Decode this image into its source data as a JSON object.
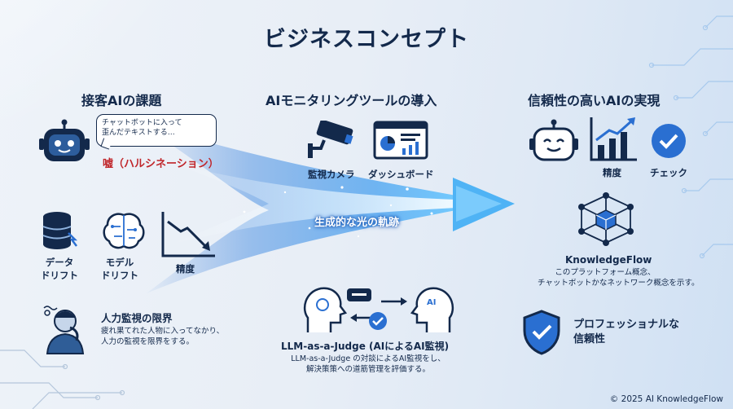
{
  "title": "ビジネスコンセプト",
  "left": {
    "heading": "接客AIの課題",
    "bubble_line1": "チャットボットに入って",
    "bubble_line2": "歪んだテキストする…",
    "hallucination": "嘘（ハルシネーション）",
    "data_drift_line1": "データ",
    "data_drift_line2": "ドリフト",
    "model_drift_line1": "モデル",
    "model_drift_line2": "ドリフト",
    "accuracy": "精度",
    "human_title": "人力監視の限界",
    "human_line1": "疲れ果てれた人物に入ってなかり、",
    "human_line2": "人力の監視を限界をする。"
  },
  "middle": {
    "heading": "AIモニタリングツールの導入",
    "camera": "監視カメラ",
    "dashboard": "ダッシュボード",
    "arrow_text": "生成的な光の軌跡",
    "judge_title": "LLM-as-a-Judge (AIによるAI監視)",
    "judge_line1": "LLM-as-a-Judge の対談によるAI監視をし、",
    "judge_line2": "解決策策への道筋管理を評価する。",
    "ai_badge": "AI"
  },
  "right": {
    "heading": "信頼性の高いAIの実現",
    "accuracy": "精度",
    "check": "チェック",
    "kf_title": "KnowledgeFlow",
    "kf_line1": "このプラットフォーム概念、",
    "kf_line2": "チャットボットかなネットワーク概念を示す。",
    "pro_line1": "プロフェッショナルな",
    "pro_line2": "信頼性"
  },
  "footer": "© 2025 AI KnowledgeFlow",
  "colors": {
    "navy": "#13294b",
    "blue": "#2a6fd1",
    "red": "#c0262b",
    "light_blue": "#5aa6ee"
  }
}
